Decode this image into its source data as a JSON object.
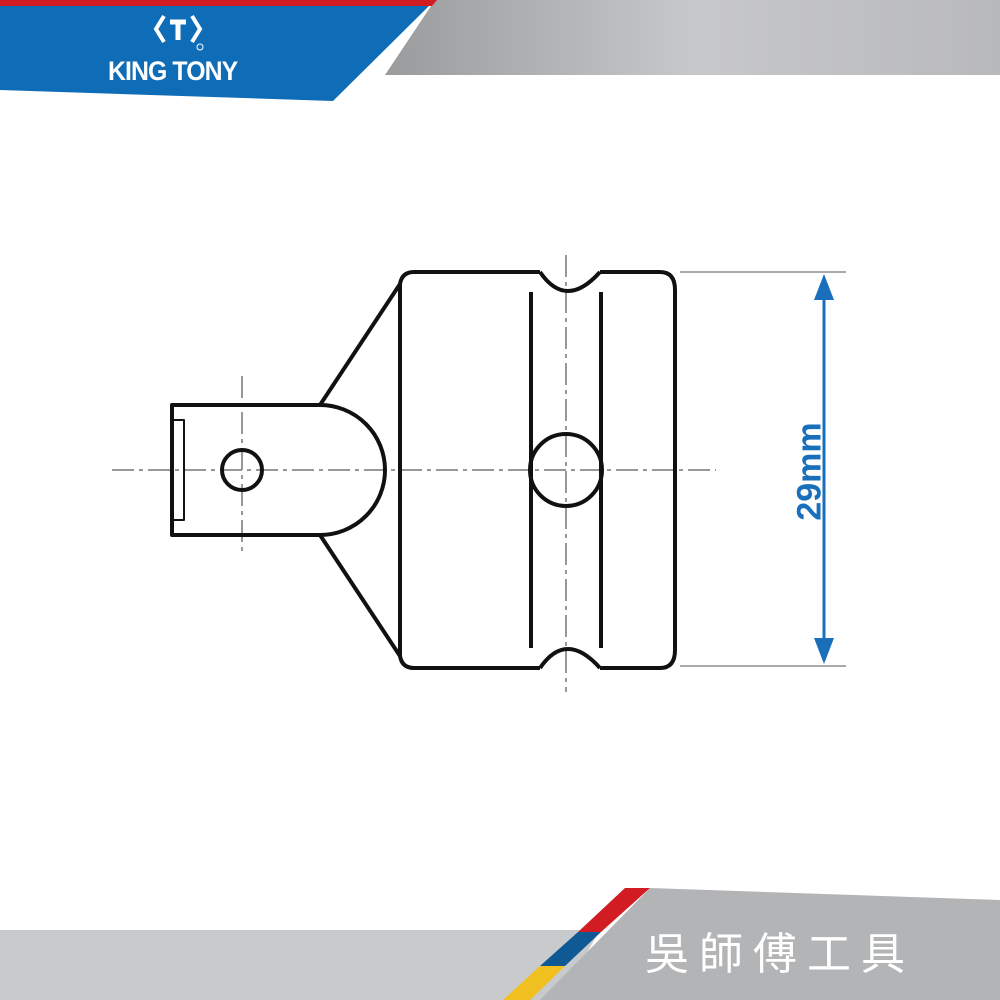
{
  "brand": {
    "name": "KING TONY",
    "colors": {
      "blue": "#0f6cb6",
      "red": "#d21c24",
      "gray": "#b3b4b6",
      "yellow": "#f0c020"
    }
  },
  "drawing": {
    "dimension_label": "29mm",
    "dimension_color": "#1a6fba"
  },
  "footer": {
    "shop_name": "吳師傅工具"
  }
}
